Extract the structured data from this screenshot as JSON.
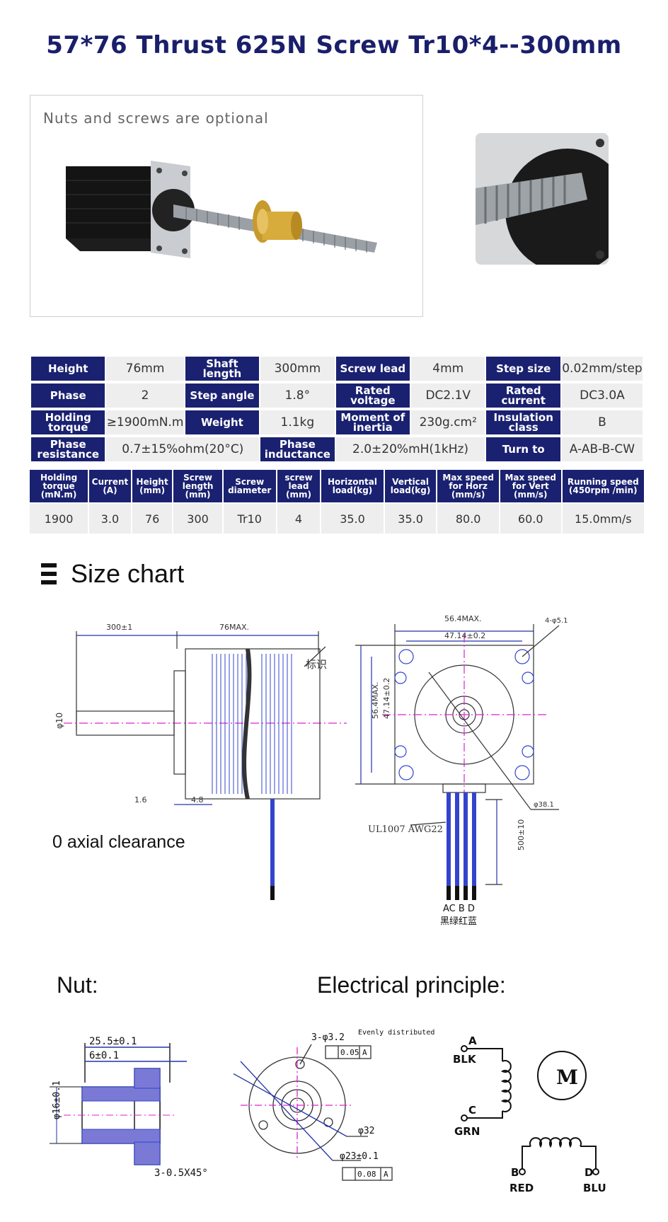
{
  "title": "57*76 Thrust 625N Screw Tr10*4--300mm",
  "product": {
    "caption": "Nuts and screws are optional"
  },
  "spec_rows": [
    [
      [
        "Height",
        "76mm"
      ],
      [
        "Shaft length",
        "300mm"
      ],
      [
        "Screw lead",
        "4mm"
      ],
      [
        "Step size",
        "0.02mm/step"
      ]
    ],
    [
      [
        "Phase",
        "2"
      ],
      [
        "Step angle",
        "1.8°"
      ],
      [
        "Rated voltage",
        "DC2.1V"
      ],
      [
        "Rated current",
        "DC3.0A"
      ]
    ],
    [
      [
        "Holding torque",
        "≥1900mN.m"
      ],
      [
        "Weight",
        "1.1kg"
      ],
      [
        "Moment of inertia",
        "230g.cm²"
      ],
      [
        "Insulation class",
        "B"
      ]
    ],
    [
      [
        "Phase resistance",
        "0.7±15%ohm(20°C)"
      ],
      [
        "Phase inductance",
        "2.0±20%mH(1kHz)"
      ],
      [
        "Turn to",
        "A-AB-B-CW"
      ]
    ]
  ],
  "perf": {
    "headers": [
      "Holding torque (mN.m)",
      "Current (A)",
      "Height (mm)",
      "Screw length (mm)",
      "Screw diameter",
      "screw lead (mm)",
      "Horizontal load(kg)",
      "Vertical load(kg)",
      "Max speed for Horz (mm/s)",
      "Max speed for Vert (mm/s)",
      "Running speed (450rpm /min)"
    ],
    "values": [
      "1900",
      "3.0",
      "76",
      "300",
      "Tr10",
      "4",
      "35.0",
      "35.0",
      "80.0",
      "60.0",
      "15.0mm/s"
    ]
  },
  "size_chart": {
    "title": "Size chart",
    "dims": {
      "shaft_len": "300±1",
      "body_len": "76MAX.",
      "mark": "标识",
      "shaft_dia": "φ10",
      "d1": "1.6",
      "d2": "4.8",
      "face_w": "56.4MAX.",
      "hole_pitch": "47.14±0.2",
      "holes": "4-φ5.1",
      "boss": "φ38.1",
      "cable": "UL1007 AWG22",
      "lead_len": "500±10",
      "wire_letters": "AC B D",
      "wire_colors": "黑绿红蓝"
    },
    "note": "0 axial clearance"
  },
  "nut": {
    "label": "Nut:",
    "dims": {
      "length": "25.5±0.1",
      "flange": "6±0.1",
      "dia": "φ16±0.1",
      "chamfer": "3-0.5X45°",
      "holes": "3-φ3.2",
      "holes_note": "Evenly distributed",
      "pos_tol": "0.05",
      "outer": "φ32",
      "pcd": "φ23±0.1",
      "runout": "0.08",
      "datum": "A"
    }
  },
  "electrical": {
    "label": "Electrical principle:",
    "motor": "M",
    "wires": [
      {
        "pin": "A",
        "color": "BLK"
      },
      {
        "pin": "C",
        "color": "GRN"
      },
      {
        "pin": "B",
        "color": "RED"
      },
      {
        "pin": "D",
        "color": "BLU"
      }
    ]
  }
}
